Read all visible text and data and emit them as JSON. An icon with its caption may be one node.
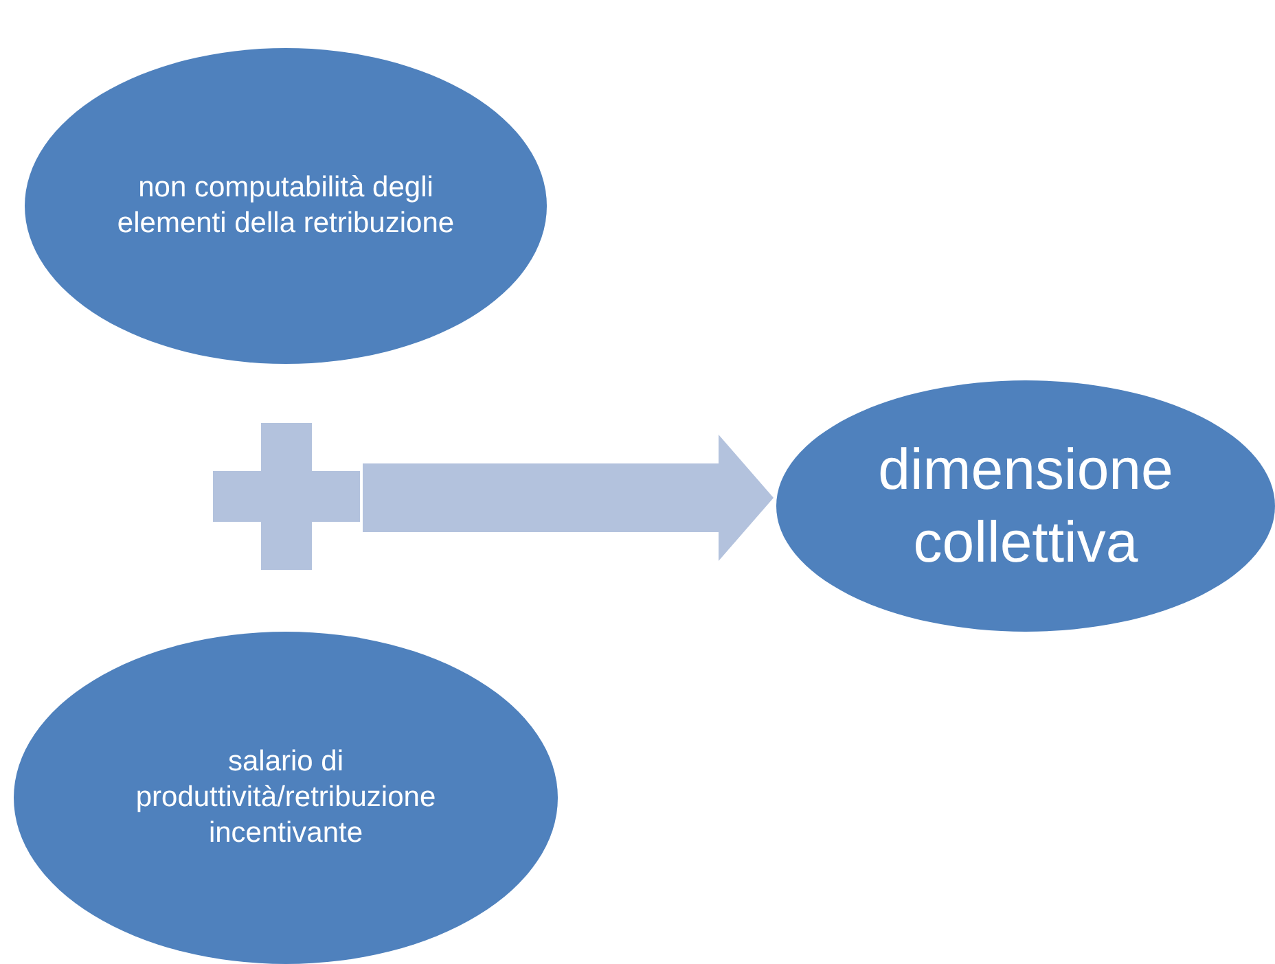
{
  "diagram": {
    "nodes": [
      {
        "text": [
          "non computabilità degli elementi della retribuzione"
        ]
      },
      {
        "text": [],
        "shape": "cross"
      },
      {
        "text": [
          "salario di produttività/retribuzione incentivante"
        ]
      },
      {
        "text": [
          "dimensione collettiva"
        ]
      }
    ],
    "edges": [
      {
        "from": 1,
        "to": 3,
        "arrow": "to"
      }
    ]
  }
}
